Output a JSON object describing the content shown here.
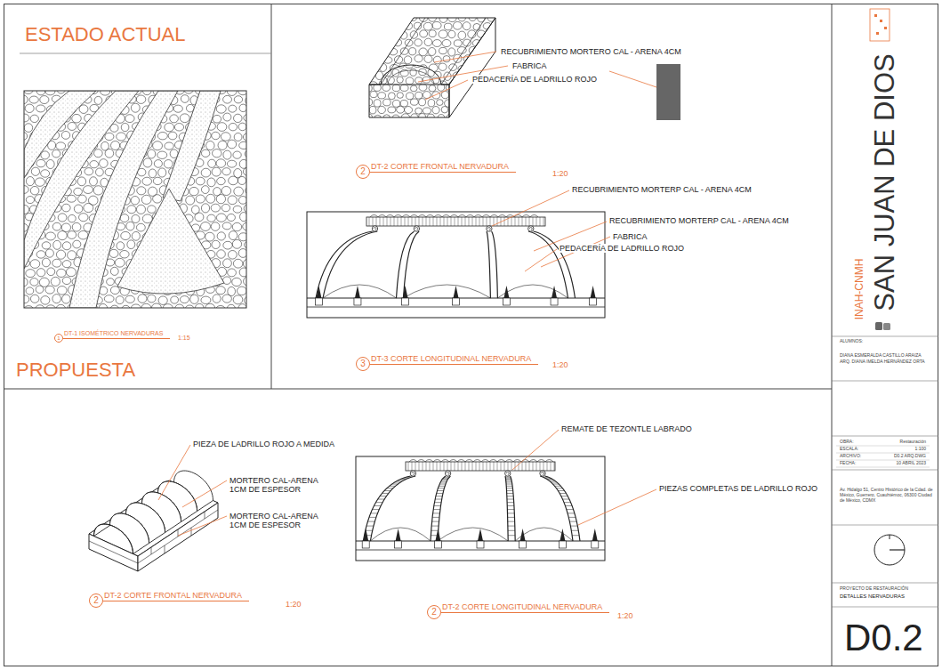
{
  "diagram": {
    "title": "SAN JUAN DE DIOS",
    "nodes": [
      {
        "text": [
          "1"
        ]
      },
      {
        "text": [
          "2"
        ]
      },
      {
        "text": [
          "3"
        ]
      },
      {
        "text": [
          "2"
        ]
      },
      {
        "text": [
          "2"
        ]
      }
    ],
    "labels": [
      "ESTADO ACTUAL",
      "PROPUESTA",
      "DT-1 ISOMÉTRICO NERVADURAS",
      "1:15",
      "RECUBRIMIENTO MORTERO CAL - ARENA 4CM",
      "FABRICA",
      "PEDACERÍA DE LADRILLO ROJO",
      "DT-2 CORTE FRONTAL NERVADURA",
      "1:20",
      "RECUBRIMIENTO MORTERP CAL - ARENA 4CM",
      "RECUBRIMIENTO MORTERP CAL - ARENA 4CM",
      "FABRICA",
      "PEDACERÍA DE LADRILLO ROJO",
      "DT-3 CORTE LONGITUDINAL NERVADURA",
      "1:20",
      "PIEZA DE LADRILLO ROJO A MEDIDA",
      "MORTERO CAL-ARENA 1CM DE ESPESOR",
      "MORTERO CAL-ARENA 1CM DE ESPESOR",
      "DT-2 CORTE FRONTAL NERVADURA",
      "1:20",
      "REMATE DE TEZONTLE LABRADO",
      "PIEZAS COMPLETAS DE LADRILLO ROJO",
      "DT-2 CORTE LONGITUDINAL NERVADURA",
      "1:20",
      "INAH-CNMH",
      "DIANA ESMERALDA CASTILLO ARAIZA",
      "ARQ. DIANA IMELDA HERNÁNDEZ ORTA",
      "OBRA:",
      "Restauración",
      "ESCALA:",
      "1:100",
      "ARCHIVO:",
      "D0.2 ARQ.DWG",
      "FECHA:",
      "10 ABRIL 2023",
      "Av. Hidalgo 51, Centro Histórico de la Cdad. de México, Guerrero, Cuauhtémoc, 06300 Ciudad de México, CDMX",
      "PROYECTO DE RESTAURACIÓN",
      "DETALLES NERVADURAS",
      "D0.2",
      "ALUMNOS:"
    ]
  }
}
